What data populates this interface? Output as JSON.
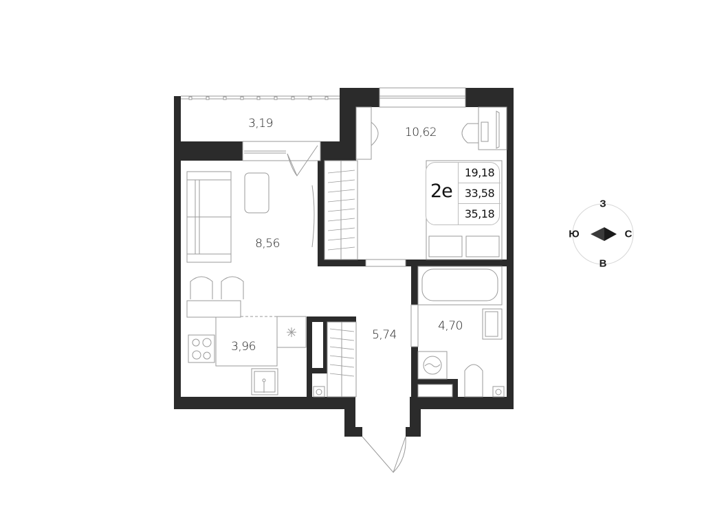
{
  "plan": {
    "apartment_type": "2е",
    "areas_summary": {
      "living_area": "19,18",
      "total_area": "33,58",
      "total_with_balcony": "35,18"
    },
    "rooms": [
      {
        "name": "balcony",
        "area": "3,19"
      },
      {
        "name": "bedroom",
        "area": "10,62"
      },
      {
        "name": "living-room",
        "area": "8,56"
      },
      {
        "name": "kitchen",
        "area": "3,96"
      },
      {
        "name": "hallway",
        "area": "5,74"
      },
      {
        "name": "bathroom",
        "area": "4,70"
      }
    ],
    "colors": {
      "wall": "#2b2b2b",
      "furniture_line": "#9a9a9a",
      "background": "#ffffff"
    }
  },
  "compass": {
    "north": "З",
    "south": "В",
    "west": "Ю",
    "east": "С"
  }
}
